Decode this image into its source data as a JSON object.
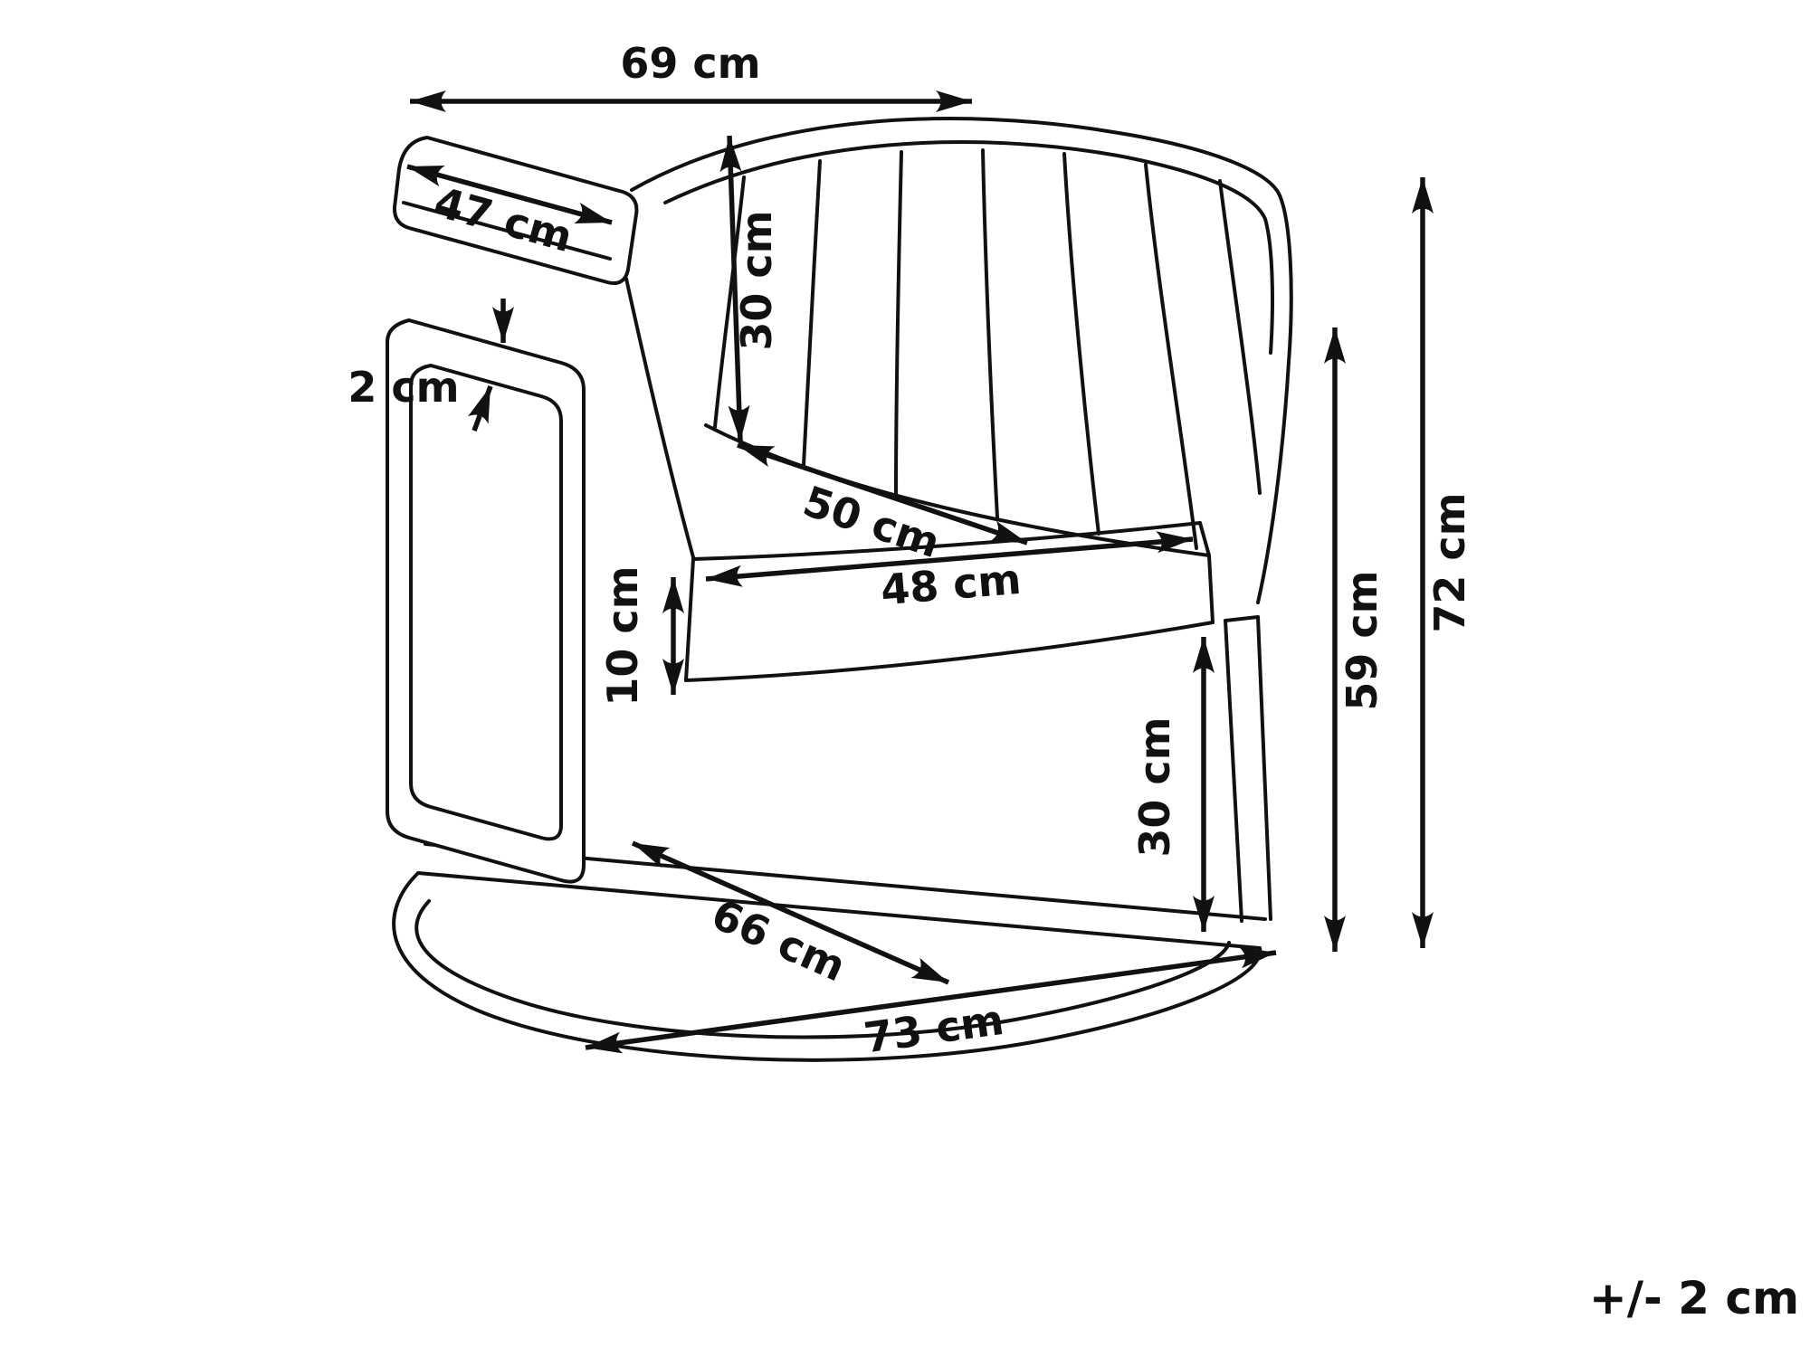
{
  "diagram": {
    "line_color": "#111111",
    "background": "#ffffff",
    "dimensions": {
      "overall_width": "69 cm",
      "armrest_length": "47 cm",
      "backrest_height": "30 cm",
      "frame_tube_thickness": "2 cm",
      "seat_depth": "50 cm",
      "seat_width": "48 cm",
      "cushion_thickness": "10 cm",
      "base_inner_width": "66 cm",
      "base_outer_width": "73 cm",
      "base_frame_height": "30 cm",
      "seat_height": "59 cm",
      "overall_height": "72 cm"
    },
    "tolerance": "+/- 2 cm"
  }
}
